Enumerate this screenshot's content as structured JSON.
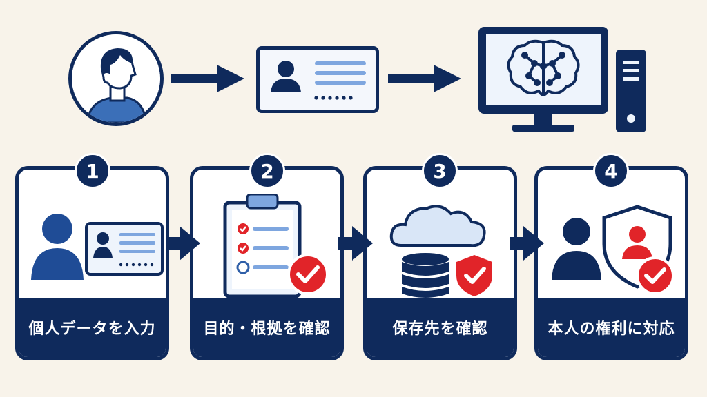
{
  "steps": [
    {
      "number": "1",
      "label": "個人データを入力"
    },
    {
      "number": "2",
      "label": "目的・根拠を確認"
    },
    {
      "number": "3",
      "label": "保存先を確認"
    },
    {
      "number": "4",
      "label": "本人の権利に対応"
    }
  ],
  "colors": {
    "navy": "#0f2a5c",
    "blue": "#2f5fa8",
    "light_blue": "#d9e6f7",
    "red": "#e12429",
    "background": "#f8f3ea"
  },
  "icons": {
    "top_flow": [
      "person-avatar-icon",
      "id-card-icon",
      "computer-ai-brain-icon"
    ],
    "step1": [
      "person-icon",
      "id-card-icon"
    ],
    "step2": [
      "clipboard-checklist-icon",
      "red-check-badge-icon"
    ],
    "step3": [
      "cloud-icon",
      "database-icon",
      "shield-check-icon"
    ],
    "step4": [
      "person-icon",
      "shield-user-icon",
      "red-check-badge-icon"
    ]
  }
}
